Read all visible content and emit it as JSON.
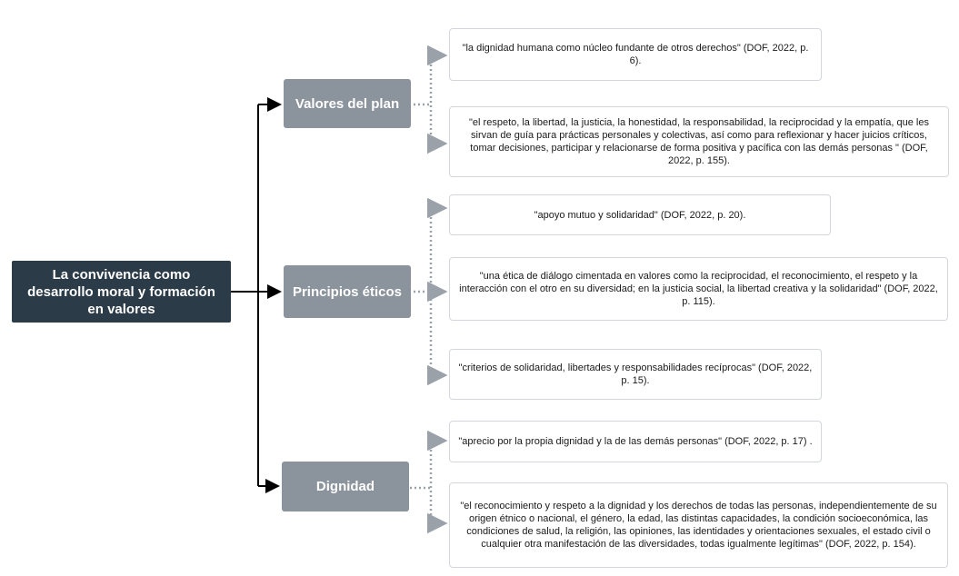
{
  "root": {
    "label": "La convivencia como desarrollo moral y formación en valores"
  },
  "categories": [
    {
      "label": "Valores del plan"
    },
    {
      "label": "Principios éticos"
    },
    {
      "label": "Dignidad"
    }
  ],
  "quotes": [
    "\"la dignidad humana como núcleo fundante de otros derechos\" (DOF, 2022, p. 6).",
    "\"el respeto, la libertad, la justicia, la honestidad, la responsabilidad, la reciprocidad y la empatía, que les sirvan de guía para prácticas personales y colectivas, así como para reflexionar y hacer juicios críticos, tomar decisiones, participar y relacionarse de forma positiva y pacífica con las demás personas \" (DOF, 2022, p. 155).",
    "\"apoyo mutuo y solidaridad\" (DOF, 2022, p. 20).",
    "\"una ética de diálogo cimentada en valores como la reciprocidad, el reconocimiento, el respeto y la interacción con el otro en su diversidad; en la justicia social, la libertad creativa y la solidaridad\" (DOF, 2022, p. 115).",
    "\"criterios de solidaridad, libertades y responsabilidades recíprocas\" (DOF, 2022, p. 15).",
    "\"aprecio por la propia dignidad y la de las demás personas\" (DOF, 2022, p. 17) .",
    "\"el reconocimiento y respeto a la dignidad y los derechos de todas las personas, independientemente de su origen étnico o nacional, el género, la edad, las distintas capacidades, la condición socioeconómica, las condiciones de salud, la religión, las opiniones, las identidades y orientaciones sexuales, el estado civil o cualquier otra manifestación de las diversidades, todas igualmente legítimas\" (DOF, 2022, p. 154)."
  ],
  "colors": {
    "root_fill": "#2b3b48",
    "category_fill": "#8b939c",
    "leaf_border": "#d3d7db",
    "solid_connector": "#000000",
    "dotted_connector": "#9aa1a8"
  }
}
